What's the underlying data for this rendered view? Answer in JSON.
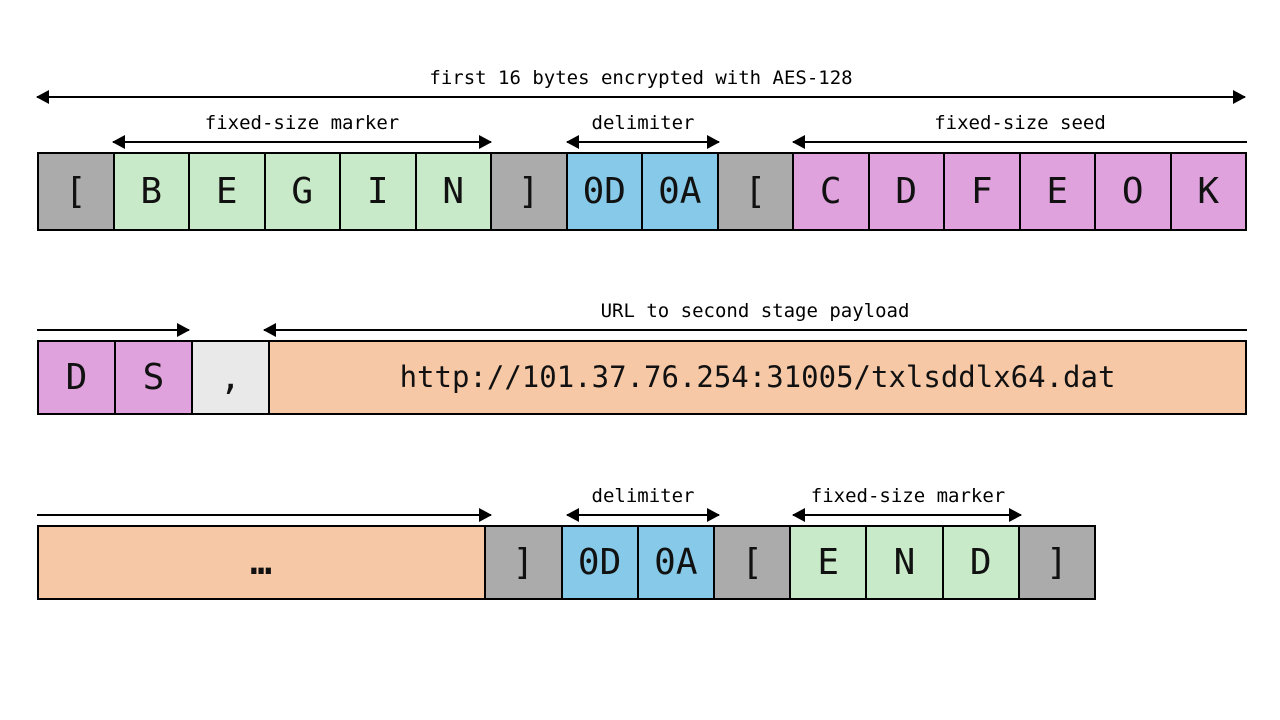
{
  "palette": {
    "gray": "#ABABAB",
    "green": "#C9EAC8",
    "blue": "#86C9E8",
    "plum": "#DFA2DD",
    "peach": "#F6C8A6",
    "lightgray": "#E9E9E9",
    "line": "#000000",
    "background": "#FFFFFF"
  },
  "annotations": {
    "aes": {
      "label": "first 16 bytes encrypted with AES-128"
    },
    "marker1": {
      "label": "fixed-size marker"
    },
    "delim1": {
      "label": "delimiter"
    },
    "seed": {
      "label": "fixed-size seed"
    },
    "url": {
      "label": "URL to second stage payload"
    },
    "delim2": {
      "label": "delimiter"
    },
    "marker2": {
      "label": "fixed-size marker"
    }
  },
  "rows": [
    {
      "name": "header-row",
      "cells": [
        {
          "text": "[",
          "color": "gray",
          "span": 1
        },
        {
          "text": "B",
          "color": "green",
          "span": 1
        },
        {
          "text": "E",
          "color": "green",
          "span": 1
        },
        {
          "text": "G",
          "color": "green",
          "span": 1
        },
        {
          "text": "I",
          "color": "green",
          "span": 1
        },
        {
          "text": "N",
          "color": "green",
          "span": 1
        },
        {
          "text": "]",
          "color": "gray",
          "span": 1
        },
        {
          "text": "0D",
          "color": "blue",
          "span": 1
        },
        {
          "text": "0A",
          "color": "blue",
          "span": 1
        },
        {
          "text": "[",
          "color": "gray",
          "span": 1
        },
        {
          "text": "C",
          "color": "plum",
          "span": 1
        },
        {
          "text": "D",
          "color": "plum",
          "span": 1
        },
        {
          "text": "F",
          "color": "plum",
          "span": 1
        },
        {
          "text": "E",
          "color": "plum",
          "span": 1
        },
        {
          "text": "O",
          "color": "plum",
          "span": 1
        },
        {
          "text": "K",
          "color": "plum",
          "span": 1
        }
      ]
    },
    {
      "name": "url-row",
      "cells": [
        {
          "text": "D",
          "color": "plum",
          "span": 1
        },
        {
          "text": "S",
          "color": "plum",
          "span": 1
        },
        {
          "text": ",",
          "color": "lightgray",
          "span": 1
        },
        {
          "text": "http://101.37.76.254:31005/txlsddlx64.dat",
          "color": "peach",
          "span": 13,
          "small": true
        }
      ]
    },
    {
      "name": "footer-row",
      "cells": [
        {
          "text": "…",
          "color": "peach",
          "span": 6,
          "bold": true
        },
        {
          "text": "]",
          "color": "gray",
          "span": 1
        },
        {
          "text": "0D",
          "color": "blue",
          "span": 1
        },
        {
          "text": "0A",
          "color": "blue",
          "span": 1
        },
        {
          "text": "[",
          "color": "gray",
          "span": 1
        },
        {
          "text": "E",
          "color": "green",
          "span": 1
        },
        {
          "text": "N",
          "color": "green",
          "span": 1
        },
        {
          "text": "D",
          "color": "green",
          "span": 1
        },
        {
          "text": "]",
          "color": "gray",
          "span": 1
        }
      ]
    }
  ]
}
